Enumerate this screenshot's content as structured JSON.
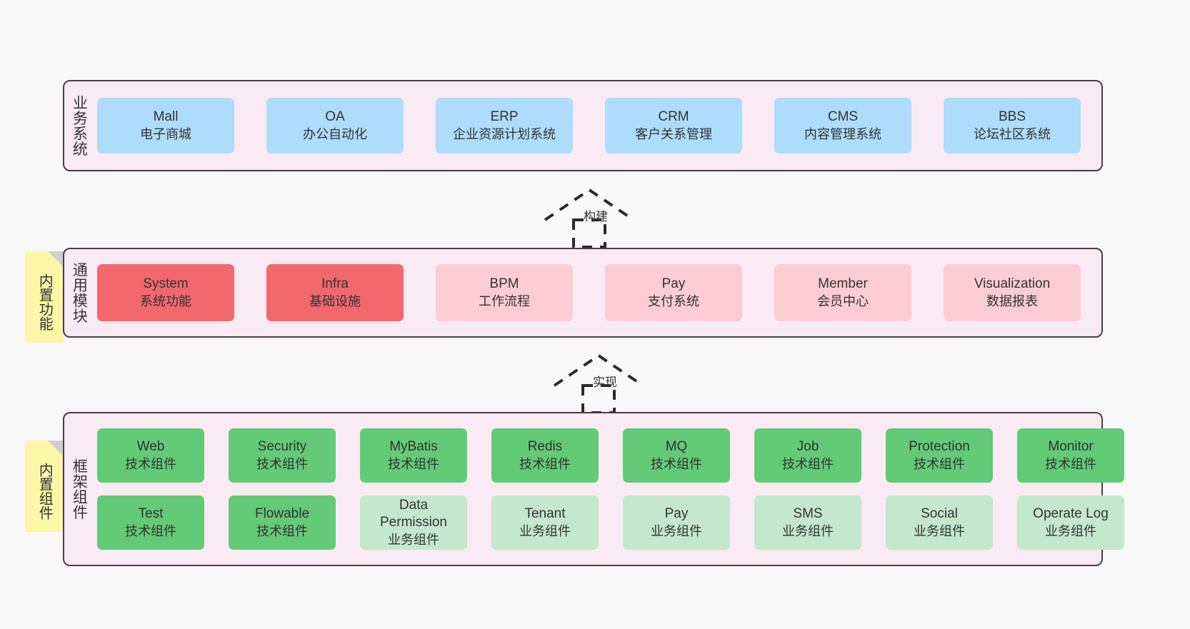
{
  "diagram": {
    "background": "#f8f8f8",
    "panel_bg": "#faeaf4",
    "panel_border": "#4a3b45"
  },
  "layers": [
    {
      "id": "business-systems",
      "title": "业务系统",
      "note": null,
      "rows": [
        {
          "nodes": [
            {
              "name": "Mall",
              "sub": "电子商城",
              "color": "#aedcfb",
              "kind": "biz"
            },
            {
              "name": "OA",
              "sub": "办公自动化",
              "color": "#aedcfb",
              "kind": "biz"
            },
            {
              "name": "ERP",
              "sub": "企业资源计划系统",
              "color": "#aedcfb",
              "kind": "biz"
            },
            {
              "name": "CRM",
              "sub": "客户关系管理",
              "color": "#aedcfb",
              "kind": "biz"
            },
            {
              "name": "CMS",
              "sub": "内容管理系统",
              "color": "#aedcfb",
              "kind": "biz"
            },
            {
              "name": "BBS",
              "sub": "论坛社区系统",
              "color": "#aedcfb",
              "kind": "biz"
            }
          ]
        }
      ]
    },
    {
      "id": "common-modules",
      "title": "通用模块",
      "note": "内置功能",
      "rows": [
        {
          "nodes": [
            {
              "name": "System",
              "sub": "系统功能",
              "color": "#f2686d",
              "kind": "core"
            },
            {
              "name": "Infra",
              "sub": "基础设施",
              "color": "#f2686d",
              "kind": "core"
            },
            {
              "name": "BPM",
              "sub": "工作流程",
              "color": "#fbccd4",
              "kind": "ext"
            },
            {
              "name": "Pay",
              "sub": "支付系统",
              "color": "#fbccd4",
              "kind": "ext"
            },
            {
              "name": "Member",
              "sub": "会员中心",
              "color": "#fbccd4",
              "kind": "ext"
            },
            {
              "name": "Visualization",
              "sub": "数据报表",
              "color": "#fbccd4",
              "kind": "ext"
            }
          ]
        }
      ]
    },
    {
      "id": "framework-components",
      "title": "框架组件",
      "note": "内置组件",
      "rows": [
        {
          "nodes": [
            {
              "name": "Web",
              "sub": "技术组件",
              "color": "#63ca77",
              "kind": "tech"
            },
            {
              "name": "Security",
              "sub": "技术组件",
              "color": "#63ca77",
              "kind": "tech"
            },
            {
              "name": "MyBatis",
              "sub": "技术组件",
              "color": "#63ca77",
              "kind": "tech"
            },
            {
              "name": "Redis",
              "sub": "技术组件",
              "color": "#63ca77",
              "kind": "tech"
            },
            {
              "name": "MQ",
              "sub": "技术组件",
              "color": "#63ca77",
              "kind": "tech"
            },
            {
              "name": "Job",
              "sub": "技术组件",
              "color": "#63ca77",
              "kind": "tech"
            },
            {
              "name": "Protection",
              "sub": "技术组件",
              "color": "#63ca77",
              "kind": "tech"
            },
            {
              "name": "Monitor",
              "sub": "技术组件",
              "color": "#63ca77",
              "kind": "tech"
            }
          ]
        },
        {
          "nodes": [
            {
              "name": "Test",
              "sub": "技术组件",
              "color": "#63ca77",
              "kind": "tech"
            },
            {
              "name": "Flowable",
              "sub": "技术组件",
              "color": "#63ca77",
              "kind": "tech"
            },
            {
              "name": "Data Permission",
              "sub": "业务组件",
              "color": "#c3e8cc",
              "kind": "biz-comp"
            },
            {
              "name": "Tenant",
              "sub": "业务组件",
              "color": "#c3e8cc",
              "kind": "biz-comp"
            },
            {
              "name": "Pay",
              "sub": "业务组件",
              "color": "#c3e8cc",
              "kind": "biz-comp"
            },
            {
              "name": "SMS",
              "sub": "业务组件",
              "color": "#c3e8cc",
              "kind": "biz-comp"
            },
            {
              "name": "Social",
              "sub": "业务组件",
              "color": "#c3e8cc",
              "kind": "biz-comp"
            },
            {
              "name": "Operate Log",
              "sub": "业务组件",
              "color": "#c3e8cc",
              "kind": "biz-comp"
            }
          ]
        }
      ]
    }
  ],
  "connectors": [
    {
      "id": "build",
      "label": "构建",
      "style": "dashed-generalization"
    },
    {
      "id": "implement",
      "label": "实现",
      "style": "dashed-generalization"
    }
  ]
}
